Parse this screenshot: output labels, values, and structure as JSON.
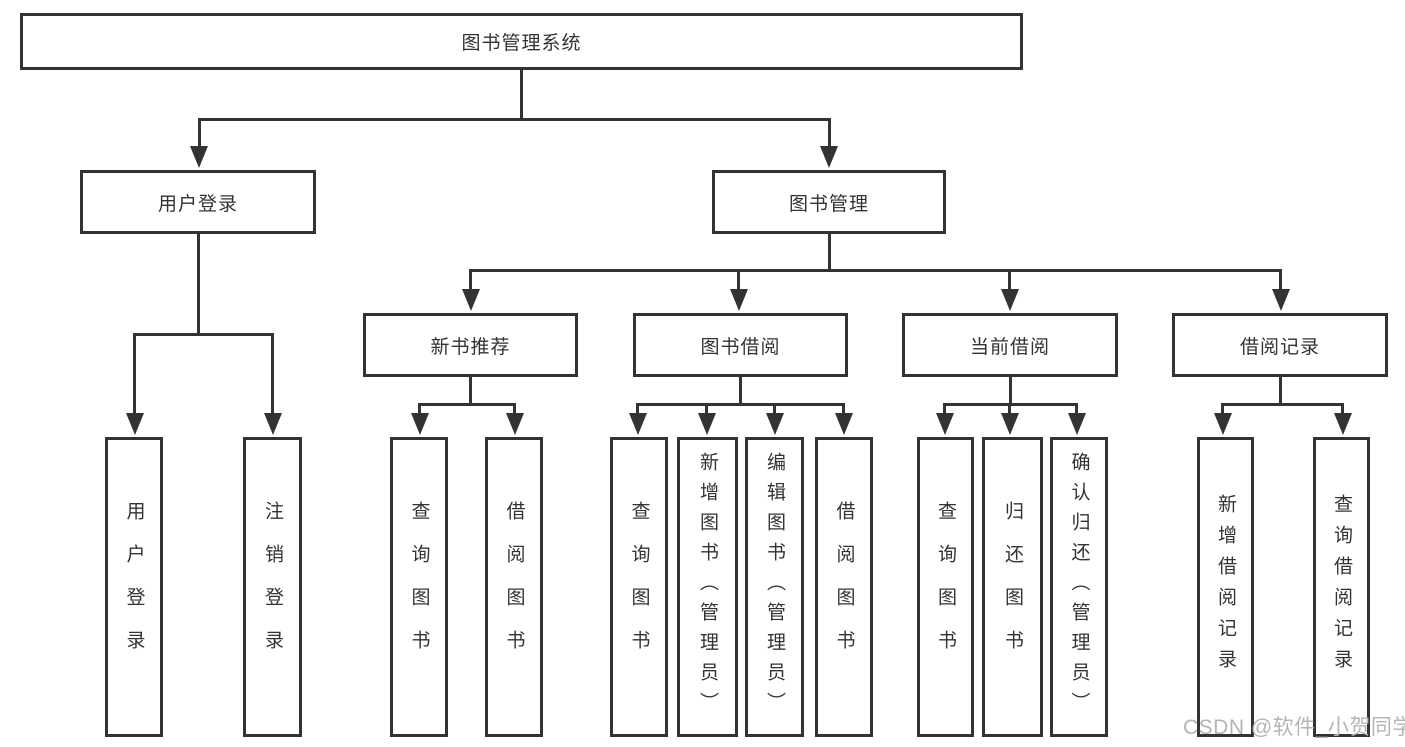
{
  "diagram": {
    "root": {
      "label": "图书管理系统"
    },
    "level2": [
      {
        "label": "用户登录",
        "children": [
          {
            "label": "用户登录"
          },
          {
            "label": "注销登录"
          }
        ]
      },
      {
        "label": "图书管理",
        "children": [
          {
            "label": "新书推荐",
            "children": [
              {
                "label": "查询图书"
              },
              {
                "label": "借阅图书"
              }
            ]
          },
          {
            "label": "图书借阅",
            "children": [
              {
                "label": "查询图书"
              },
              {
                "label": "新增图书（管理员）"
              },
              {
                "label": "编辑图书（管理员）"
              },
              {
                "label": "借阅图书"
              }
            ]
          },
          {
            "label": "当前借阅",
            "children": [
              {
                "label": "查询图书"
              },
              {
                "label": "归还图书"
              },
              {
                "label": "确认归还（管理员）"
              }
            ]
          },
          {
            "label": "借阅记录",
            "children": [
              {
                "label": "新增借阅记录"
              },
              {
                "label": "查询借阅记录"
              }
            ]
          }
        ]
      }
    ]
  },
  "watermark": {
    "text": "CSDN @软件_小贺同学"
  },
  "colors": {
    "line": "#333333",
    "text": "#333333",
    "watermark": "#b5b5b5",
    "background": "#ffffff"
  }
}
